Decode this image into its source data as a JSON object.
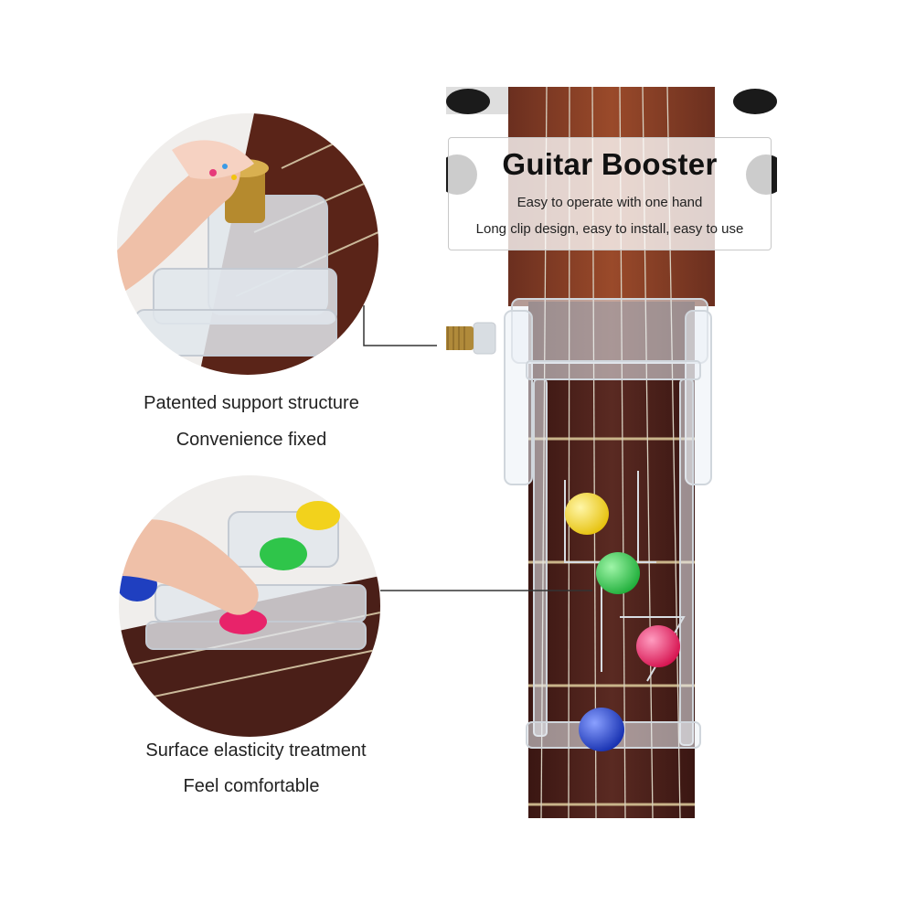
{
  "title_box": {
    "title": "Guitar Booster",
    "line1": "Easy to operate with one hand",
    "line2": "Long clip design, easy to install, easy to use"
  },
  "feature_top": {
    "line1": "Patented support structure",
    "line2": "Convenience fixed"
  },
  "feature_bottom": {
    "line1": "Surface elasticity treatment",
    "line2": "Feel comfortable"
  },
  "colors": {
    "fretboard": "#4a1f1a",
    "button_yellow": "#f2d21c",
    "button_green": "#2fc54a",
    "button_pink": "#e8236a",
    "button_blue": "#1f3fc0"
  },
  "icons": {
    "chord-button-yellow": "yellow-dot-icon",
    "chord-button-green": "green-dot-icon",
    "chord-button-pink": "pink-dot-icon",
    "chord-button-blue": "blue-dot-icon"
  }
}
